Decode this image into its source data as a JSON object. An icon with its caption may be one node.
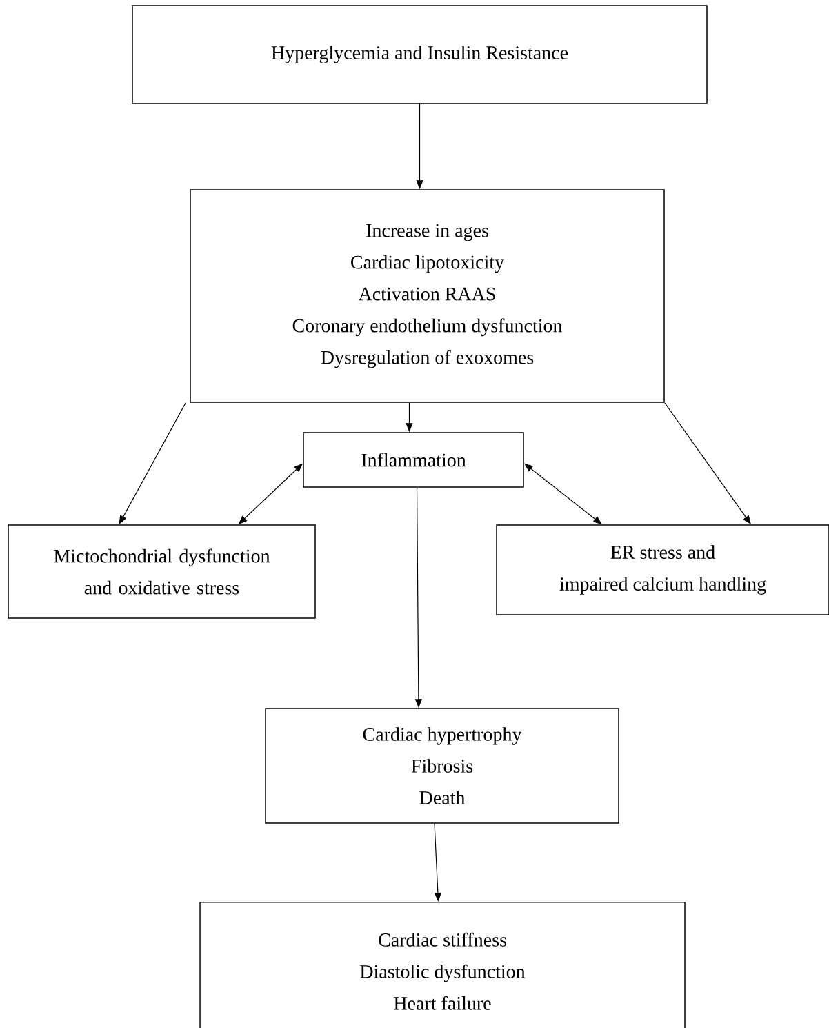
{
  "diagram": {
    "nodes": [
      {
        "text": [
          "Hyperglycemia and Insulin Resistance"
        ]
      },
      {
        "text": [
          "Increase in ages",
          "Cardiac lipotoxicity",
          "Activation RAAS",
          "Coronary endothelium dysfunction",
          "Dysregulation of exoxomes"
        ]
      },
      {
        "text": [
          "Inflammation"
        ]
      },
      {
        "text": [
          "Mictochondrial dysfunction and oxidative stress"
        ]
      },
      {
        "text": [
          "ER stress and",
          "impaired calcium handling"
        ]
      },
      {
        "text": [
          "Cardiac hypertrophy",
          "Fibrosis",
          "Death"
        ]
      },
      {
        "text": [
          "Cardiac stiffness",
          "Diastolic dysfunction",
          "Heart failure"
        ]
      }
    ],
    "edges": [
      {
        "from": 0,
        "to": 1,
        "arrow": "to"
      },
      {
        "from": 1,
        "to": 2,
        "arrow": "to"
      },
      {
        "from": 1,
        "to": 3,
        "arrow": "to"
      },
      {
        "from": 1,
        "to": 4,
        "arrow": "to"
      },
      {
        "from": 2,
        "to": 3,
        "arrow": "both"
      },
      {
        "from": 2,
        "to": 4,
        "arrow": "both"
      },
      {
        "from": 2,
        "to": 5,
        "arrow": "to"
      },
      {
        "from": 5,
        "to": 6,
        "arrow": "to"
      }
    ]
  }
}
